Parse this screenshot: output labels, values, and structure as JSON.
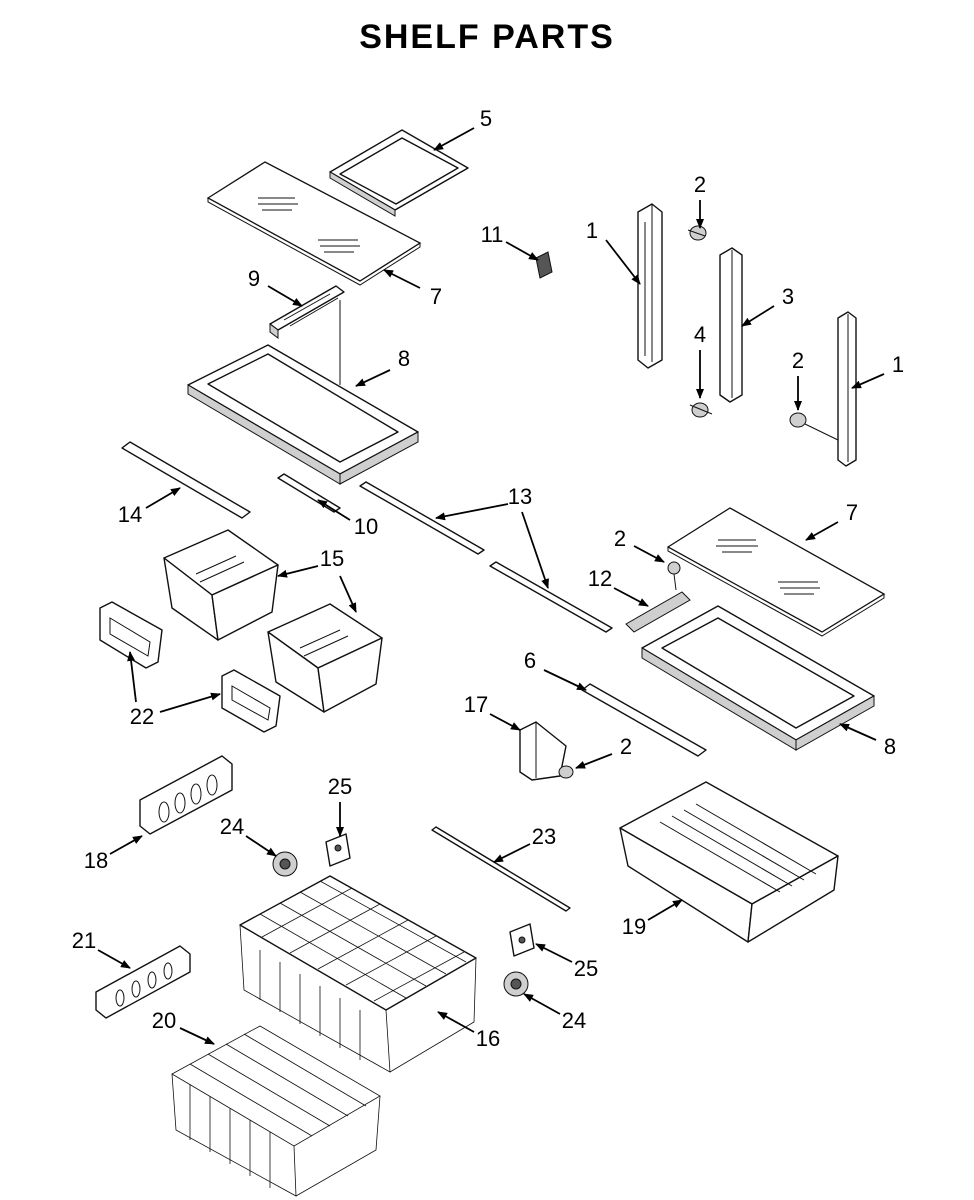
{
  "title": "SHELF PARTS",
  "callouts": [
    {
      "id": "c5",
      "label": "5"
    },
    {
      "id": "c7a",
      "label": "7"
    },
    {
      "id": "c9",
      "label": "9"
    },
    {
      "id": "c11",
      "label": "11"
    },
    {
      "id": "c2a",
      "label": "2"
    },
    {
      "id": "c1a",
      "label": "1"
    },
    {
      "id": "c3",
      "label": "3"
    },
    {
      "id": "c4",
      "label": "4"
    },
    {
      "id": "c2b",
      "label": "2"
    },
    {
      "id": "c1b",
      "label": "1"
    },
    {
      "id": "c8a",
      "label": "8"
    },
    {
      "id": "c14",
      "label": "14"
    },
    {
      "id": "c10",
      "label": "10"
    },
    {
      "id": "c13",
      "label": "13"
    },
    {
      "id": "c7b",
      "label": "7"
    },
    {
      "id": "c2c",
      "label": "2"
    },
    {
      "id": "c15",
      "label": "15"
    },
    {
      "id": "c12",
      "label": "12"
    },
    {
      "id": "c6",
      "label": "6"
    },
    {
      "id": "c22",
      "label": "22"
    },
    {
      "id": "c17",
      "label": "17"
    },
    {
      "id": "c2d",
      "label": "2"
    },
    {
      "id": "c8b",
      "label": "8"
    },
    {
      "id": "c25a",
      "label": "25"
    },
    {
      "id": "c24a",
      "label": "24"
    },
    {
      "id": "c23",
      "label": "23"
    },
    {
      "id": "c18",
      "label": "18"
    },
    {
      "id": "c19",
      "label": "19"
    },
    {
      "id": "c21",
      "label": "21"
    },
    {
      "id": "c25b",
      "label": "25"
    },
    {
      "id": "c20",
      "label": "20"
    },
    {
      "id": "c24b",
      "label": "24"
    },
    {
      "id": "c16",
      "label": "16"
    }
  ]
}
